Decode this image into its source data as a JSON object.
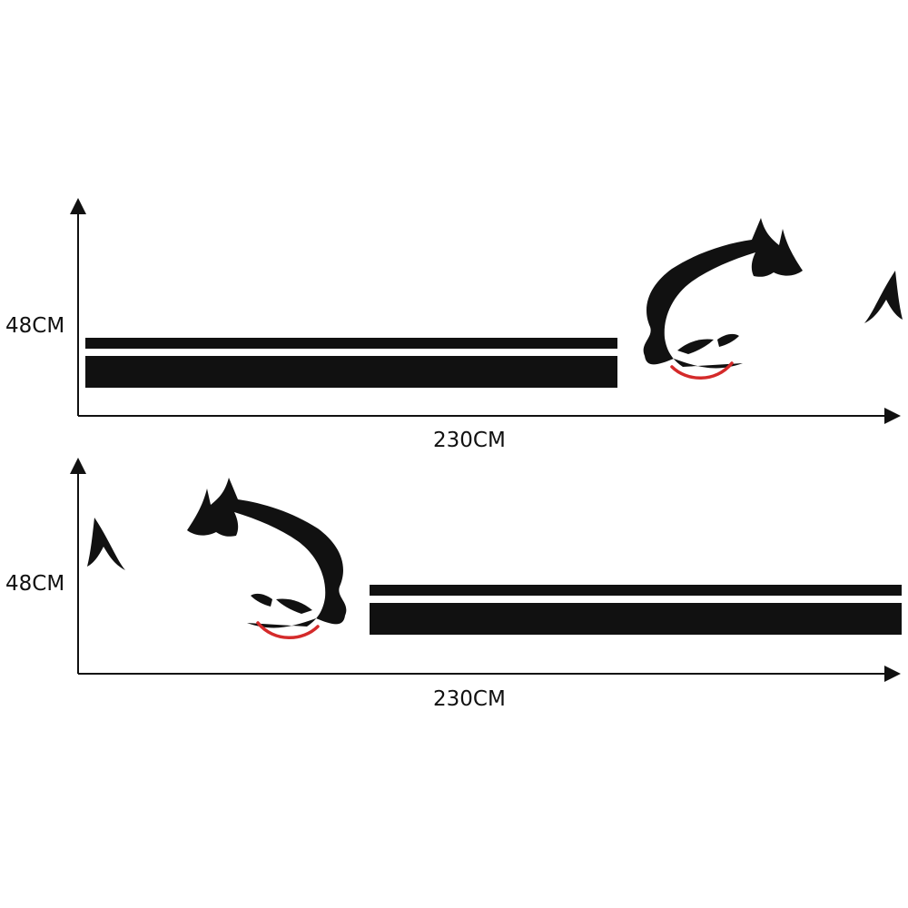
{
  "colors": {
    "ink": "#111111",
    "smile": "#d42a2a",
    "background": "#ffffff"
  },
  "panels": [
    {
      "height_label": "48CM",
      "width_label": "230CM",
      "face_side": "right"
    },
    {
      "height_label": "48CM",
      "width_label": "230CM",
      "face_side": "left"
    }
  ],
  "icons": {
    "face": "angry-eyes-face-icon",
    "accent": "spike-swoosh-icon"
  }
}
